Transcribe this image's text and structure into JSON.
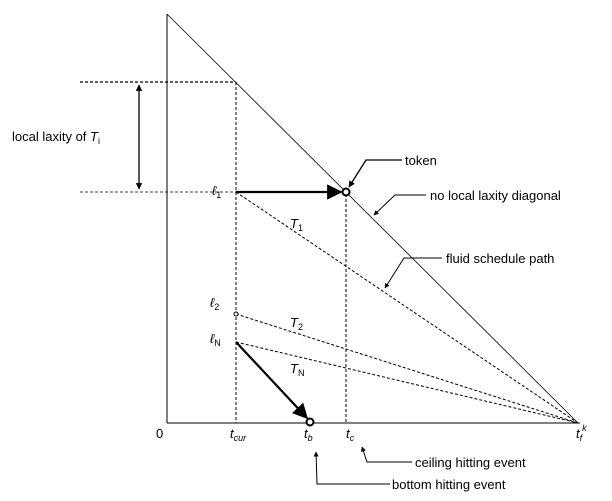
{
  "annotations": {
    "local_laxity": "local laxity of ",
    "token": "token",
    "diagonal": "no local laxity diagonal",
    "fluid_path": "fluid schedule path",
    "ceiling_event": "ceiling hitting event",
    "bottom_event": "bottom hitting event"
  },
  "symbols": {
    "task_sym": "T",
    "task_sub": "i",
    "origin": "0",
    "t_cur_sym": "t",
    "t_cur_sub": "cur",
    "t_b_sym": "t",
    "t_b_sub": "b",
    "t_c_sym": "t",
    "t_c_sub": "c",
    "t_f_sym": "t",
    "t_f_sub": "f",
    "t_f_sup": "k",
    "l1_sym": "ℓ",
    "l1_sub": "1",
    "l2_sym": "ℓ",
    "l2_sub": "2",
    "lN_sym": "ℓ",
    "lN_sub": "N",
    "T1_sym": "T",
    "T1_sub": "1",
    "T2_sym": "T",
    "T2_sub": "2",
    "TN_sym": "T",
    "TN_sub": "N"
  }
}
